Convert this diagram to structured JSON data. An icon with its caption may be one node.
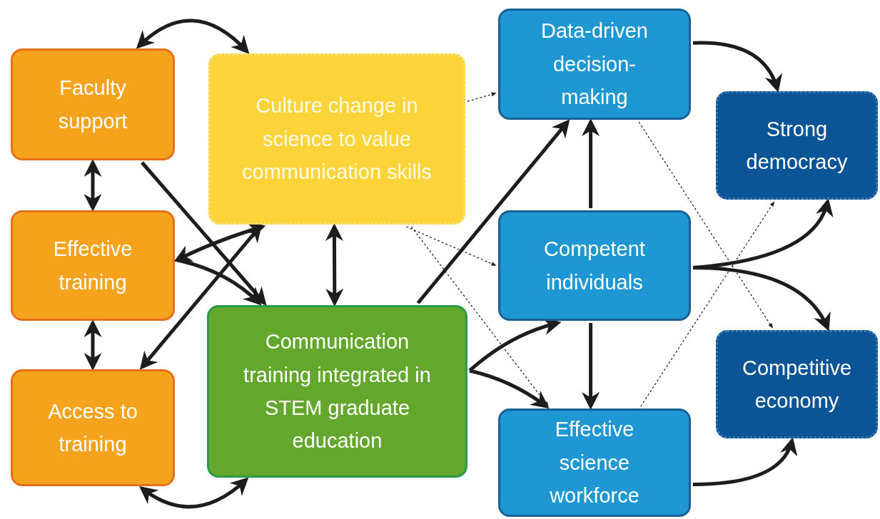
{
  "diagram": {
    "nodes": [
      {
        "text": [
          "Faculty support"
        ]
      },
      {
        "text": [
          "Culture change in science to value communication skills"
        ]
      },
      {
        "text": [
          "Effective training"
        ]
      },
      {
        "text": [
          "Access to training"
        ]
      },
      {
        "text": [
          "Communication training integrated in STEM graduate education"
        ]
      },
      {
        "text": [
          "Data-driven decision-making"
        ]
      },
      {
        "text": [
          "Competent individuals"
        ]
      },
      {
        "text": [
          "Effective science workforce"
        ]
      },
      {
        "text": [
          "Strong democracy"
        ]
      },
      {
        "text": [
          "Competitive economy"
        ]
      }
    ],
    "edges": [
      {
        "from": 0,
        "to": 1,
        "arrow": "both"
      },
      {
        "from": 0,
        "to": 2,
        "arrow": "both"
      },
      {
        "from": 2,
        "to": 3,
        "arrow": "both"
      },
      {
        "from": 3,
        "to": 4,
        "arrow": "both"
      },
      {
        "from": 0,
        "to": 4,
        "arrow": "to"
      },
      {
        "from": 2,
        "to": 4,
        "arrow": "to"
      },
      {
        "from": 2,
        "to": 1,
        "arrow": "both"
      },
      {
        "from": 3,
        "to": 1,
        "arrow": "both"
      },
      {
        "from": 1,
        "to": 4,
        "arrow": "both"
      },
      {
        "from": 4,
        "to": 5,
        "arrow": "to"
      },
      {
        "from": 4,
        "to": 6,
        "arrow": "to"
      },
      {
        "from": 4,
        "to": 7,
        "arrow": "to"
      },
      {
        "from": 6,
        "to": 5,
        "arrow": "to"
      },
      {
        "from": 6,
        "to": 7,
        "arrow": "to"
      },
      {
        "from": 5,
        "to": 8,
        "arrow": "to"
      },
      {
        "from": 6,
        "to": 8,
        "arrow": "to"
      },
      {
        "from": 6,
        "to": 9,
        "arrow": "to"
      },
      {
        "from": 7,
        "to": 9,
        "arrow": "to"
      },
      {
        "from": 1,
        "to": 5,
        "arrow": "to",
        "style": "dashed"
      },
      {
        "from": 1,
        "to": 6,
        "arrow": "to",
        "style": "dashed"
      },
      {
        "from": 1,
        "to": 7,
        "arrow": "to",
        "style": "dashed"
      },
      {
        "from": 5,
        "to": 9,
        "arrow": "to",
        "style": "dashed"
      },
      {
        "from": 7,
        "to": 8,
        "arrow": "to",
        "style": "dashed"
      }
    ]
  }
}
